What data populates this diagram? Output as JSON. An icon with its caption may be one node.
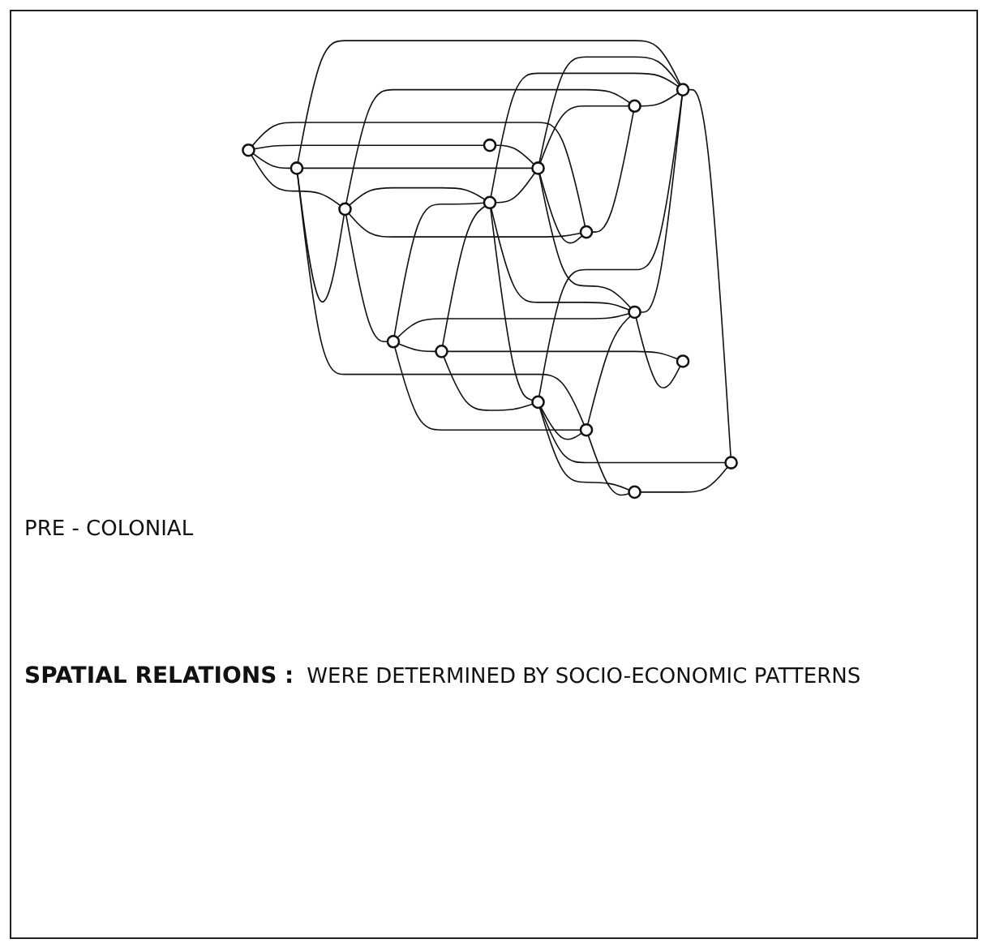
{
  "diagram": {
    "nodes": [
      {
        "text": [],
        "shape": "circle"
      },
      {
        "text": [],
        "shape": "circle"
      },
      {
        "text": [],
        "shape": "circle"
      },
      {
        "text": [],
        "shape": "circle"
      },
      {
        "text": [],
        "shape": "circle"
      },
      {
        "text": [],
        "shape": "circle"
      },
      {
        "text": [],
        "shape": "circle"
      },
      {
        "text": [],
        "shape": "circle"
      },
      {
        "text": [],
        "shape": "circle"
      },
      {
        "text": [],
        "shape": "circle"
      },
      {
        "text": [],
        "shape": "circle"
      },
      {
        "text": [],
        "shape": "circle"
      },
      {
        "text": [],
        "shape": "circle"
      },
      {
        "text": [],
        "shape": "circle"
      },
      {
        "text": [],
        "shape": "circle"
      },
      {
        "text": [],
        "shape": "circle"
      },
      {
        "text": [],
        "shape": "circle"
      }
    ],
    "edges": [
      {
        "from": 0,
        "to": 3,
        "arrow": "none"
      },
      {
        "from": 0,
        "to": 4,
        "arrow": "none"
      },
      {
        "from": 0,
        "to": 6,
        "arrow": "none"
      },
      {
        "from": 0,
        "to": 12,
        "arrow": "none"
      },
      {
        "from": 4,
        "to": 10,
        "arrow": "none"
      },
      {
        "from": 3,
        "to": 6,
        "arrow": "none"
      },
      {
        "from": 3,
        "to": 10,
        "arrow": "none"
      },
      {
        "from": 3,
        "to": 14,
        "arrow": "none"
      },
      {
        "from": 3,
        "to": 5,
        "arrow": "none"
      },
      {
        "from": 6,
        "to": 1,
        "arrow": "none"
      },
      {
        "from": 6,
        "to": 8,
        "arrow": "none"
      },
      {
        "from": 6,
        "to": 12,
        "arrow": "none"
      },
      {
        "from": 6,
        "to": 15,
        "arrow": "none"
      },
      {
        "from": 10,
        "to": 12,
        "arrow": "none"
      },
      {
        "from": 10,
        "to": 11,
        "arrow": "none"
      },
      {
        "from": 10,
        "to": 15,
        "arrow": "none"
      },
      {
        "from": 10,
        "to": 14,
        "arrow": "none"
      },
      {
        "from": 8,
        "to": 10,
        "arrow": "none"
      },
      {
        "from": 8,
        "to": 14,
        "arrow": "none"
      },
      {
        "from": 12,
        "to": 15,
        "arrow": "none"
      },
      {
        "from": 15,
        "to": 14,
        "arrow": "none"
      },
      {
        "from": 14,
        "to": 13,
        "arrow": "none"
      },
      {
        "from": 8,
        "to": 7,
        "arrow": "none"
      },
      {
        "from": 8,
        "to": 11,
        "arrow": "none"
      },
      {
        "from": 1,
        "to": 8,
        "arrow": "none"
      },
      {
        "from": 1,
        "to": 11,
        "arrow": "none"
      },
      {
        "from": 1,
        "to": 2,
        "arrow": "none"
      },
      {
        "from": 1,
        "to": 5,
        "arrow": "none"
      },
      {
        "from": 2,
        "to": 8,
        "arrow": "none"
      },
      {
        "from": 2,
        "to": 7,
        "arrow": "none"
      },
      {
        "from": 2,
        "to": 16,
        "arrow": "none"
      },
      {
        "from": 7,
        "to": 5,
        "arrow": "none"
      },
      {
        "from": 7,
        "to": 14,
        "arrow": "none"
      },
      {
        "from": 7,
        "to": 13,
        "arrow": "none"
      },
      {
        "from": 7,
        "to": 9,
        "arrow": "none"
      },
      {
        "from": 5,
        "to": 9,
        "arrow": "none"
      },
      {
        "from": 5,
        "to": 11,
        "arrow": "none"
      },
      {
        "from": 9,
        "to": 13,
        "arrow": "none"
      },
      {
        "from": 11,
        "to": 16,
        "arrow": "none"
      },
      {
        "from": 11,
        "to": 14,
        "arrow": "none"
      }
    ],
    "labels": [
      "PRE - COLONIAL",
      "SPATIAL RELATIONS :",
      "WERE DETERMINED BY SOCIO-ECONOMIC PATTERNS"
    ]
  }
}
